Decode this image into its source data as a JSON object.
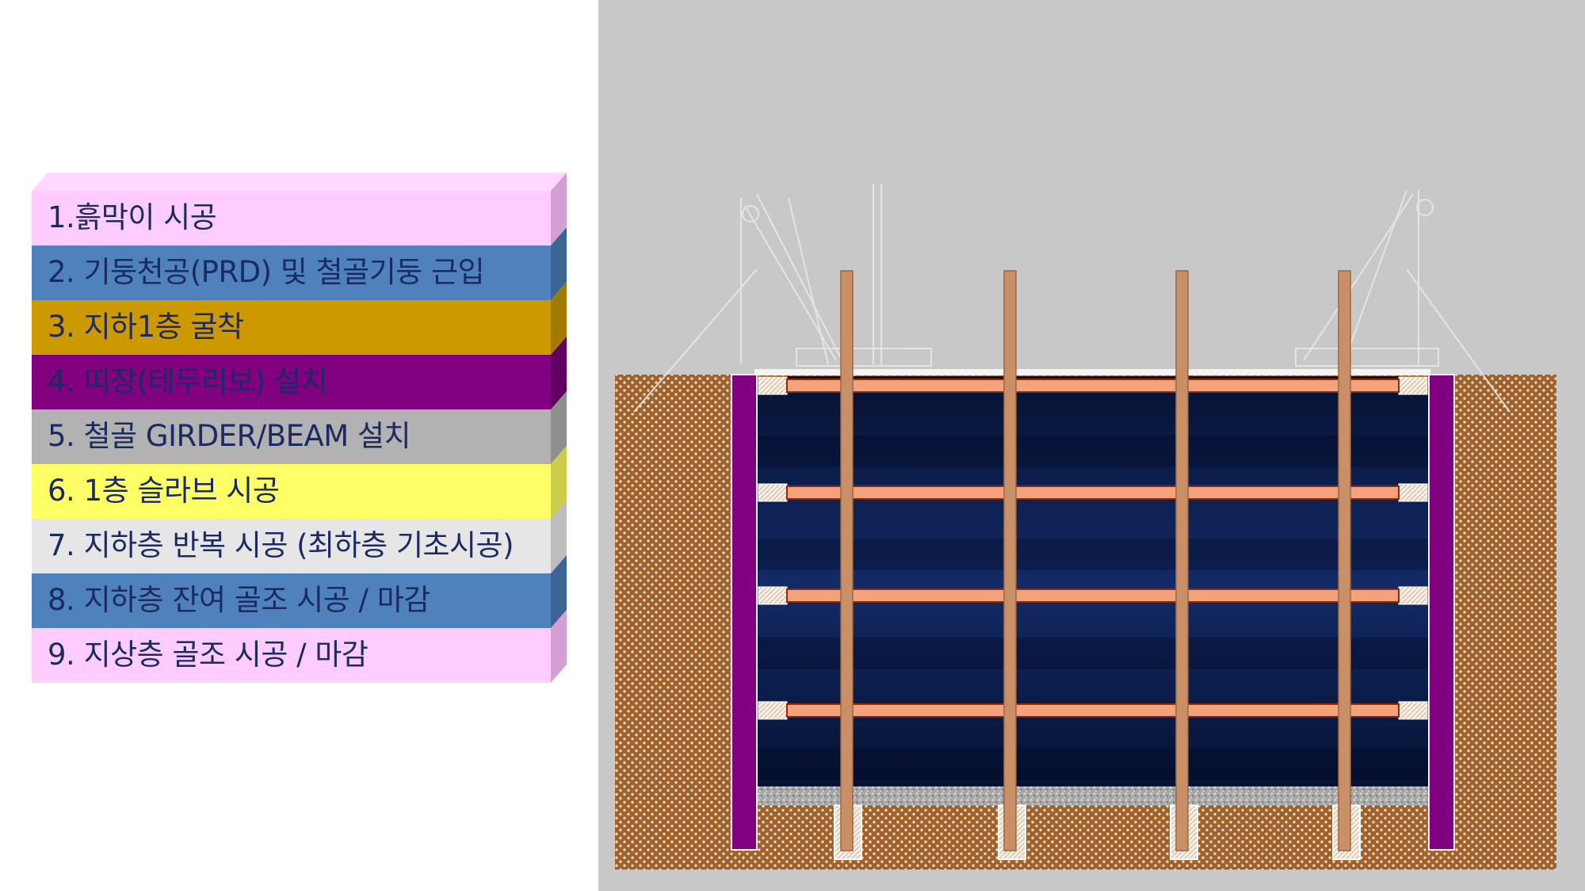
{
  "steps": [
    {
      "label": "1.흙막이 시공",
      "color": "#ffccff",
      "side": "#d4a0d4",
      "top": "#ffd8ff"
    },
    {
      "label": "2. 기둥천공(PRD) 및 철골기둥 근입",
      "color": "#4f81bd",
      "side": "#3c6595",
      "top": "#6f97c9"
    },
    {
      "label": "3. 지하1층 굴착",
      "color": "#cc9900",
      "side": "#a37a00",
      "top": "#d9ad33"
    },
    {
      "label": "4. 띠장(테두리보) 설치",
      "color": "#800080",
      "side": "#600060",
      "top": "#993399"
    },
    {
      "label": "5. 철골 GIRDER/BEAM 설치",
      "color": "#b2b2b2",
      "side": "#8f8f8f",
      "top": "#c2c2c2"
    },
    {
      "label": "6. 1층 슬라브 시공",
      "color": "#ffff66",
      "side": "#cccc4d",
      "top": "#ffff8a"
    },
    {
      "label": "7. 지하층 반복 시공 (최하층 기초시공)",
      "color": "#e6e6e6",
      "side": "#bdbdbd",
      "top": "#efefef"
    },
    {
      "label": "8. 지하층 잔여 골조 시공 / 마감",
      "color": "#4f81bd",
      "side": "#3c6595",
      "top": "#6f97c9"
    },
    {
      "label": "9. 지상층 골조 시공 / 마감",
      "color": "#ffccff",
      "side": "#d4a0d4",
      "top": "#ffd8ff"
    }
  ],
  "colors": {
    "sky": "#c8c8c8",
    "soil": "#a0612a",
    "wall": "#800080",
    "excavation": "#0b1a45",
    "beam": "#f4a27c",
    "column": "#c99067",
    "gravel": "#aaaaaa",
    "text": "#1b2a63"
  }
}
